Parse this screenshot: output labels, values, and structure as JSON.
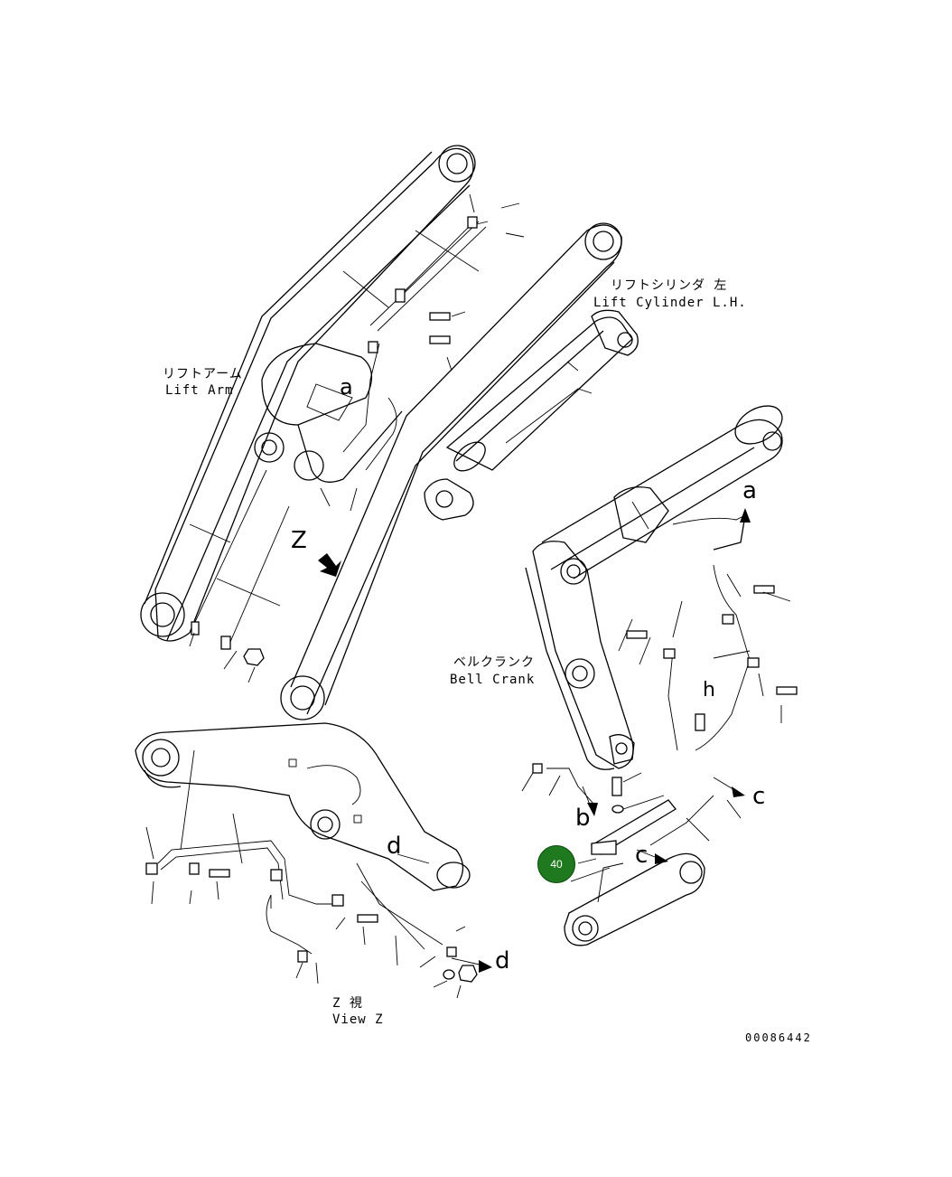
{
  "labels": {
    "lift_arm_jp": "リフトアーム",
    "lift_arm_en": "Lift Arm",
    "lift_cyl_jp": "リフトシリンダ 左",
    "lift_cyl_en": "Lift Cylinder L.H.",
    "bell_crank_jp": "ベルクランク",
    "bell_crank_en": "Bell Crank",
    "view_z_jp": "Z 視",
    "view_z_en": "View Z",
    "drawing_no": "00086442"
  },
  "markers": {
    "z": "Z",
    "a_upper": "a",
    "a_lower": "a",
    "b": "b",
    "c_right": "c",
    "c_lower": "c",
    "d_upper": "d",
    "d_lower": "d",
    "h": "h"
  },
  "callout": {
    "number": "40",
    "color": "#1f7a1f"
  }
}
